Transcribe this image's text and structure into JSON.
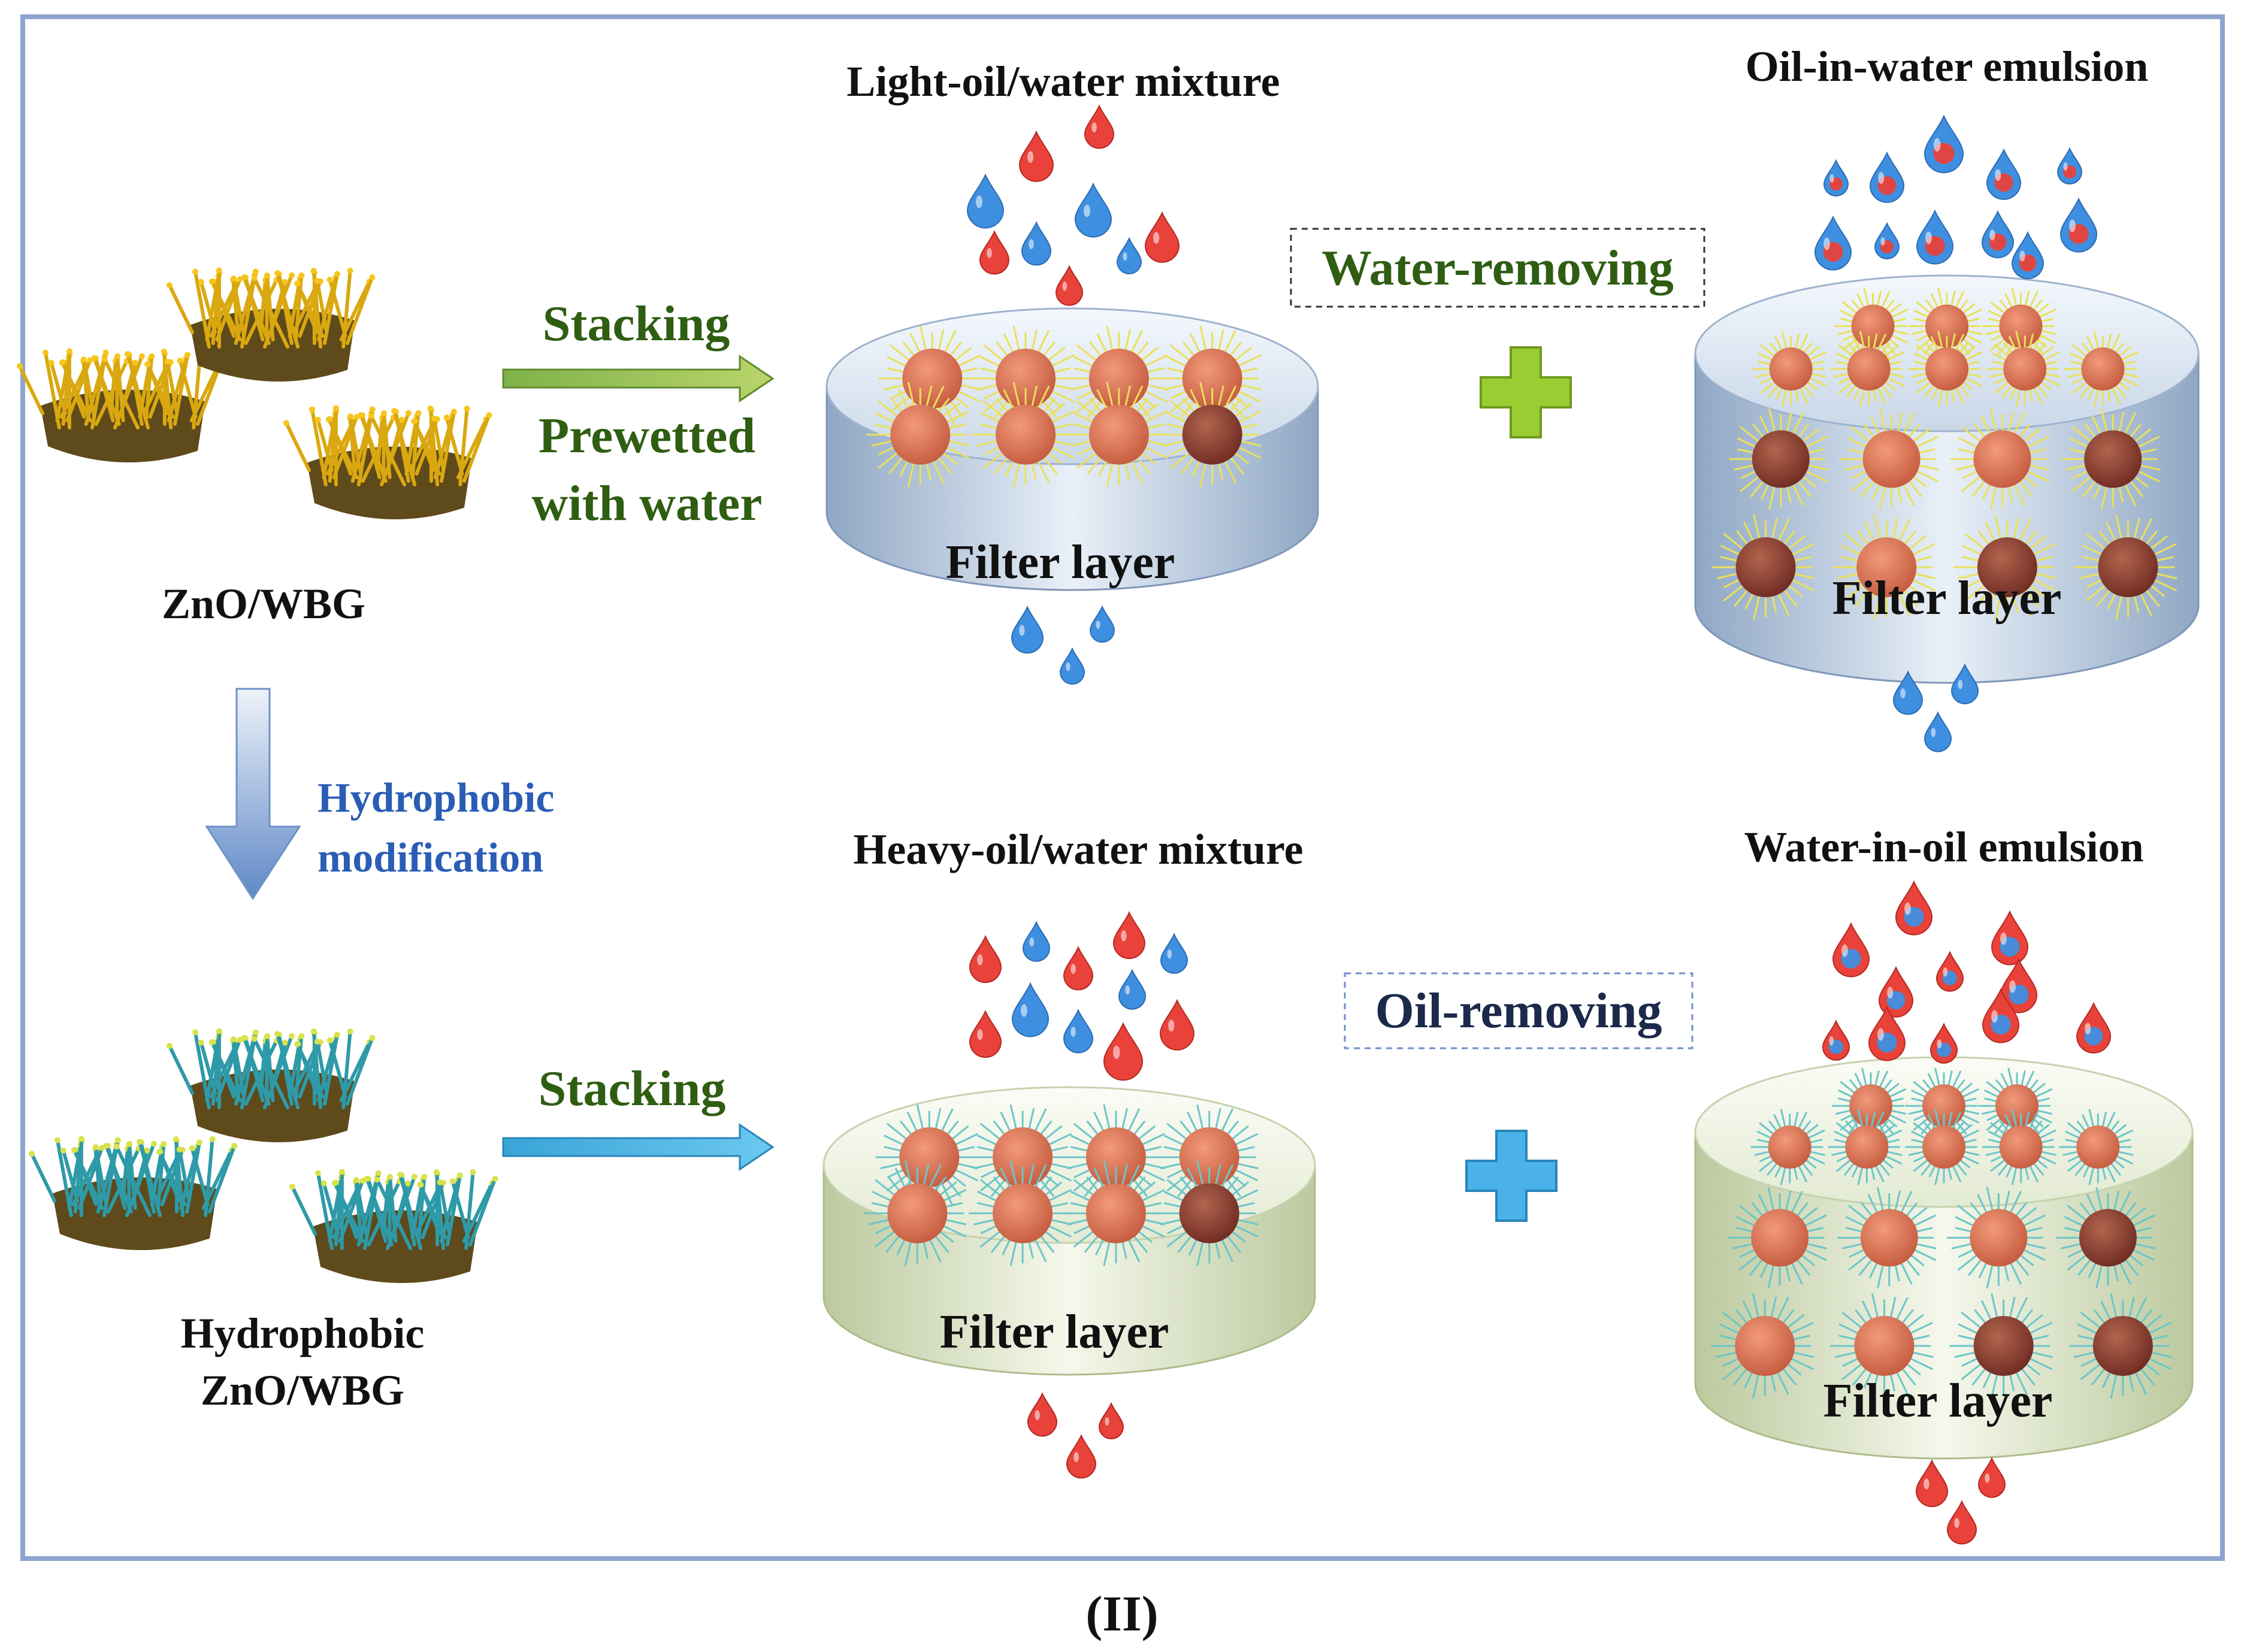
{
  "caption": "(II)",
  "colors": {
    "frame": "#8EA4D0",
    "oil": "#E8423A",
    "water": "#3F8FE0",
    "label_green": "#2F5E12",
    "label_blue": "#2A5DB5",
    "label_dark": "#1B2A4A",
    "plus_green": "#9ACD32",
    "plus_blue": "#4AB2E8"
  },
  "left": {
    "material_label": "ZnO/WBG",
    "modification_label_line1": "Hydrophobic",
    "modification_label_line2": "modification",
    "modified_label_line1": "Hydrophobic",
    "modified_label_line2": "ZnO/WBG"
  },
  "top_row": {
    "arrow_label": "Stacking",
    "arrow_sublabel_line1": "Prewetted",
    "arrow_sublabel_line2": "with water",
    "mixture_title": "Light-oil/water mixture",
    "mode_box": "Water-removing",
    "emulsion_title": "Oil-in-water emulsion",
    "filter_label_1": "Filter layer",
    "filter_label_2": "Filter layer"
  },
  "bottom_row": {
    "arrow_label": "Stacking",
    "mixture_title": "Heavy-oil/water mixture",
    "mode_box": "Oil-removing",
    "emulsion_title": "Water-in-oil emulsion",
    "filter_label_1": "Filter layer",
    "filter_label_2": "Filter layer"
  }
}
